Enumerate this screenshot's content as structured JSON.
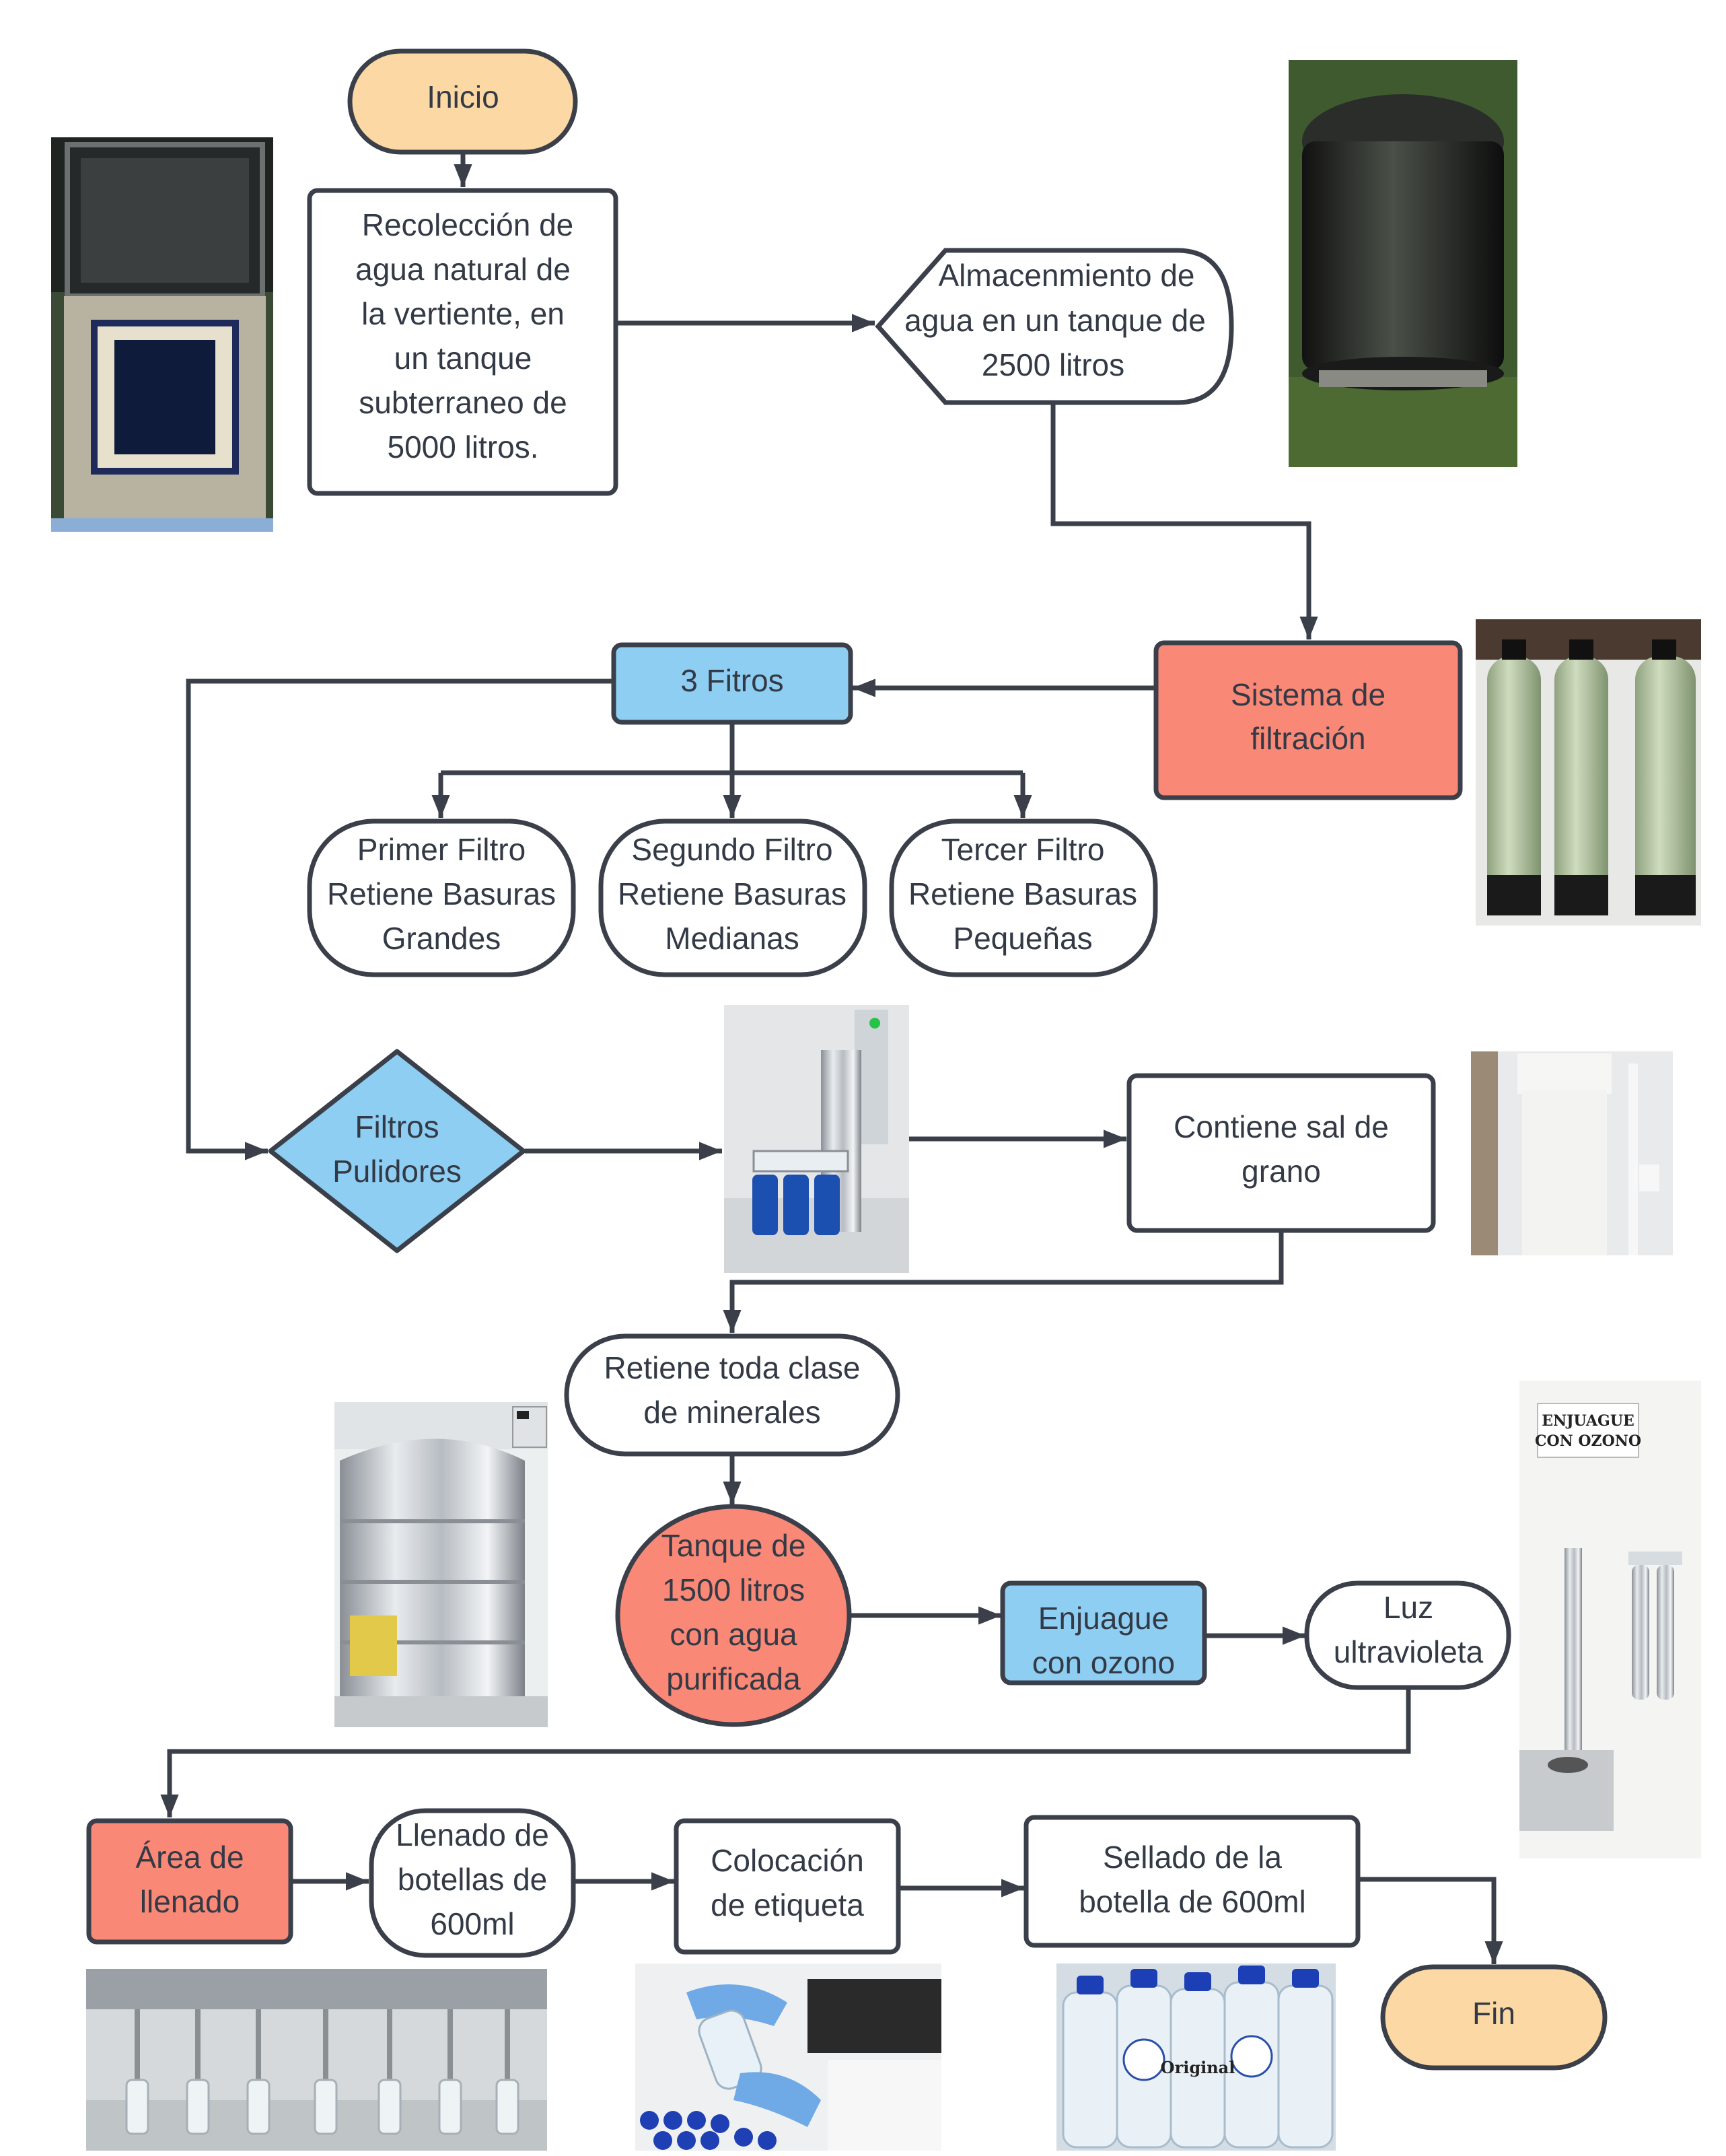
{
  "colors": {
    "peach": "#FCD9A4",
    "salmon": "#F98877",
    "blue": "#8ECEF2",
    "white": "#FFFFFF",
    "stroke": "#3A3F4A"
  },
  "nodes": {
    "inicio": "Inicio",
    "recoleccion": [
      "Recolección de",
      "agua natural de",
      "la vertiente, en",
      "un tanque",
      "subterraneo de",
      "5000 litros."
    ],
    "almacenamiento": [
      "Almacenmiento de",
      "agua en un tanque de",
      "2500 litros"
    ],
    "sistema": [
      "Sistema de",
      "filtración"
    ],
    "tres_filtros": "3 Fitros",
    "primer_filtro": [
      "Primer Filtro",
      "Retiene Basuras",
      "Grandes"
    ],
    "segundo_filtro": [
      "Segundo Filtro",
      "Retiene Basuras",
      "Medianas"
    ],
    "tercer_filtro": [
      "Tercer Filtro",
      "Retiene Basuras",
      "Pequeñas"
    ],
    "pulidores": [
      "Filtros",
      "Pulidores"
    ],
    "sal": [
      "Contiene sal de",
      "grano"
    ],
    "minerales": [
      "Retiene toda clase",
      "de minerales"
    ],
    "tanque1500": [
      "Tanque de",
      "1500 litros",
      "con agua",
      "purificada"
    ],
    "enjuague": [
      "Enjuague",
      "con ozono"
    ],
    "luz": [
      "Luz",
      "ultravioleta"
    ],
    "area": [
      "Área de",
      "llenado"
    ],
    "llenado": [
      "Llenado de",
      "botellas de",
      "600ml"
    ],
    "colocacion": [
      "Colocación",
      "de etiqueta"
    ],
    "sellado": [
      "Sellado de la",
      "botella de 600ml"
    ],
    "fin": "Fin"
  },
  "photos": {
    "ozono_sign": [
      "ENJUAGUE",
      "CON OZONO"
    ],
    "bottle_brand": "Original"
  }
}
